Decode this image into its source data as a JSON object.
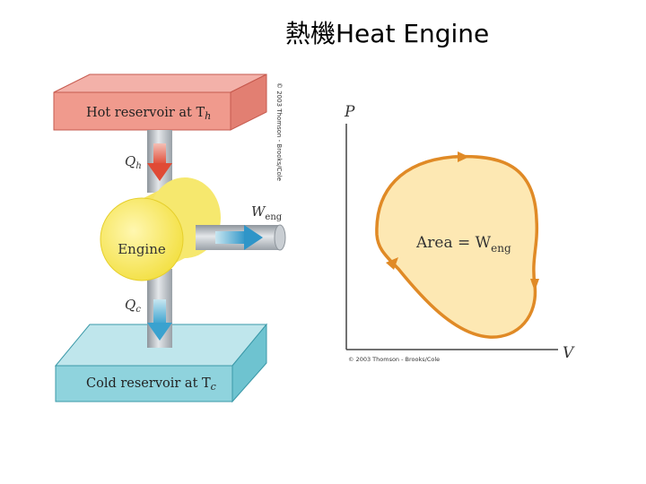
{
  "title": "熱機Heat Engine",
  "engine_diagram": {
    "hot_reservoir": "Hot reservoir at T",
    "hot_sub": "h",
    "cold_reservoir": "Cold reservoir at T",
    "cold_sub": "c",
    "engine_label": "Engine",
    "q_hot": "Q",
    "q_hot_sub": "h",
    "q_cold": "Q",
    "q_cold_sub": "c",
    "work": "W",
    "work_sub": "eng",
    "copyright_vertical": "© 2003 Thomson - Brooks/Cole"
  },
  "pv_diagram": {
    "ylabel": "P",
    "xlabel": "V",
    "area_label": "Area = W",
    "area_sub": "eng",
    "copyright": "© 2003 Thomson - Brooks/Cole"
  }
}
